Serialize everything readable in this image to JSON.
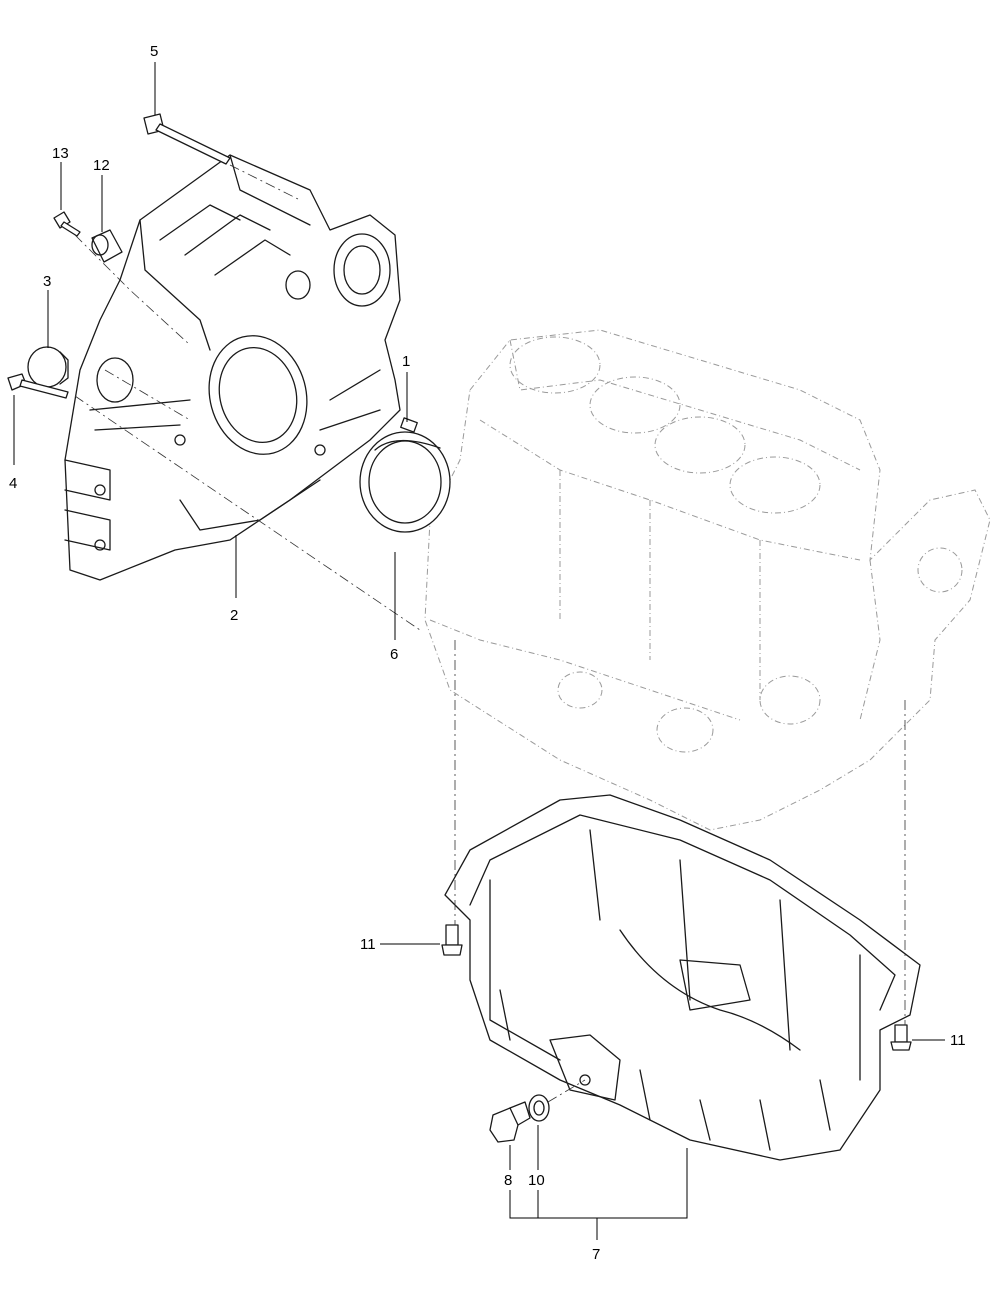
{
  "callouts": {
    "c1": "1",
    "c2": "2",
    "c3": "3",
    "c4": "4",
    "c5": "5",
    "c6": "6",
    "c7": "7",
    "c8": "8",
    "c9": "10",
    "c10": "11",
    "c11": "11",
    "c12": "12",
    "c13": "13"
  }
}
